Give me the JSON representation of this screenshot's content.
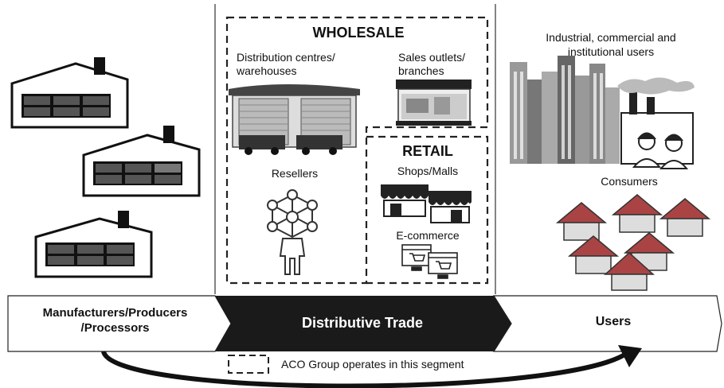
{
  "wholesale": {
    "title": "WHOLESALE",
    "distribution_centres": "Distribution centres/\nwarehouses",
    "sales_outlets": "Sales outlets/\nbranches",
    "resellers": "Resellers"
  },
  "retail": {
    "title": "RETAIL",
    "shops_malls": "Shops/Malls",
    "ecommerce": "E-commerce"
  },
  "users_section": {
    "industrial": "Industrial, commercial and\ninstitutional users",
    "consumers": "Consumers"
  },
  "flow_bar": {
    "manufacturers": "Manufacturers/Producers\n/Processors",
    "distributive_trade": "Distributive Trade",
    "users": "Users"
  },
  "legend": {
    "text": "ACO Group operates in this segment"
  },
  "colors": {
    "dark": "#1a1a1a",
    "building_gray": "#8c8c8c",
    "roof_red": "#b04a4a",
    "background": "#ffffff"
  }
}
